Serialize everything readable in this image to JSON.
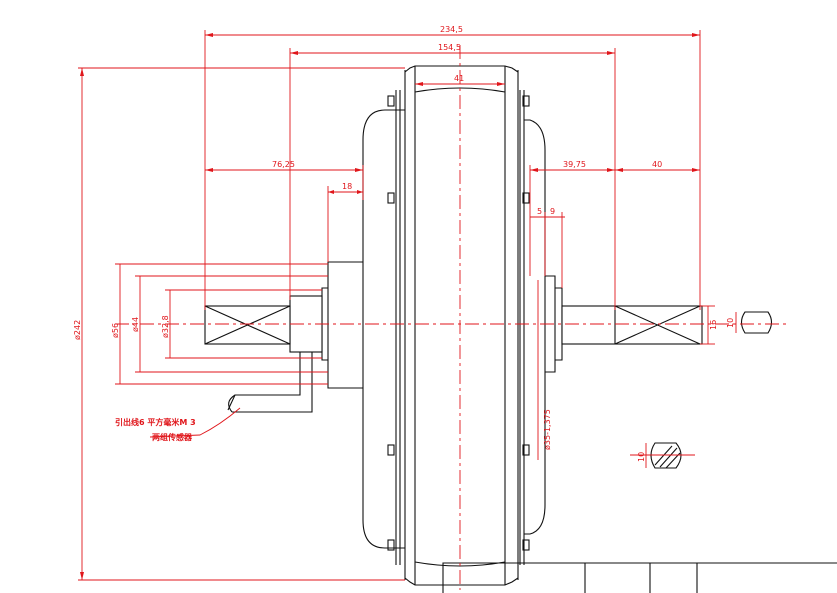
{
  "dimensions": {
    "overall_width": "234,5",
    "flange_width": "154,5",
    "rim_width": "41",
    "left_offset": "76,25",
    "right_offset": "39,75",
    "right_axle": "40",
    "hub_step": "18",
    "step_5": "5",
    "step_9": "9",
    "dia_overall": "ø242",
    "dia_56": "ø56",
    "dia_44": "ø44",
    "dia_32_8": "ø32,8",
    "dia_thread": "ø35-1,375",
    "axle_16": "16",
    "flat_10": "10",
    "flat_small": "10"
  },
  "notes": {
    "cable_line1": "引出线6 平方毫米M 3",
    "cable_line2": "两组传感器"
  },
  "colors": {
    "dimension": "#e0161b",
    "outline": "#111111"
  }
}
